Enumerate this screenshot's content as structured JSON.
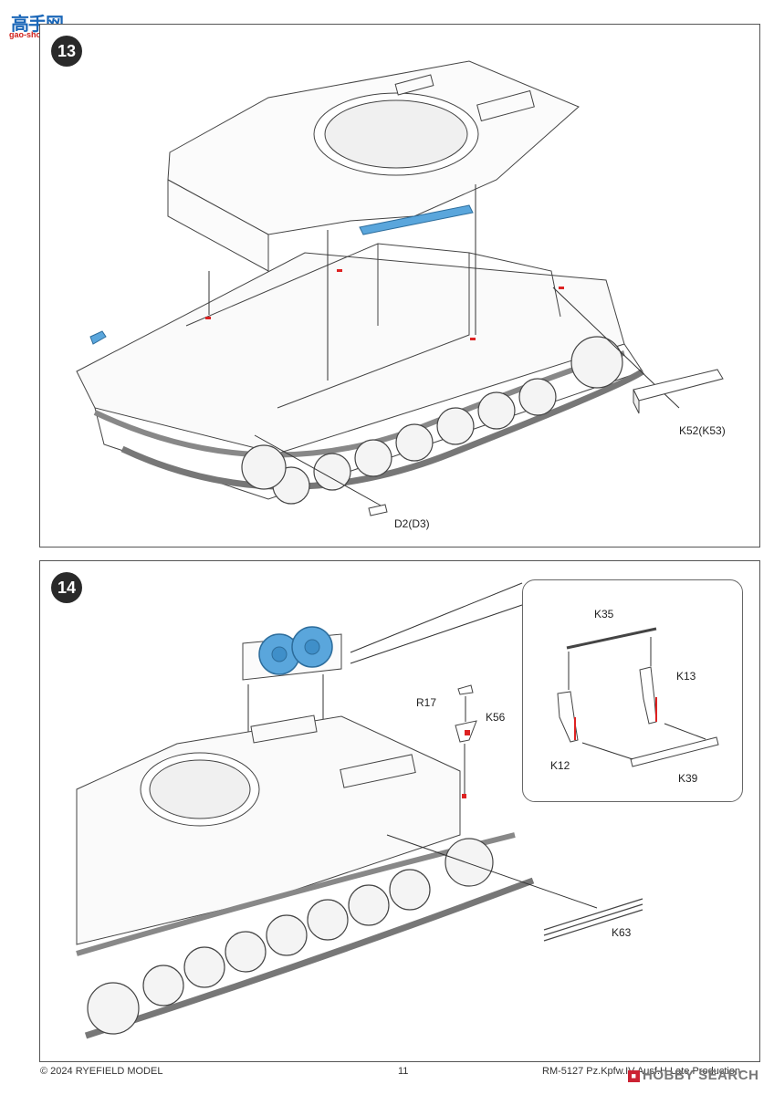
{
  "watermark_top": {
    "brand": "高手网",
    "url": "gao-shou.com"
  },
  "step13": {
    "number": "13",
    "labels": {
      "k52": "K52(K53)",
      "d2": "D2(D3)"
    }
  },
  "step14": {
    "number": "14",
    "labels": {
      "r17": "R17",
      "k56": "K56",
      "k63": "K63"
    },
    "inset": {
      "k35": "K35",
      "k13": "K13",
      "k12": "K12",
      "k39": "K39"
    }
  },
  "footer": {
    "copyright": "© 2024 RYEFIELD MODEL",
    "page": "11",
    "product": "RM-5127 Pz.Kpfw.IV Ausf.H Late Production"
  },
  "watermark_bottom": "HOBBY SEARCH",
  "colors": {
    "part_highlight": "#5aa6dc",
    "glue_mark": "#d22",
    "line": "#333333"
  }
}
